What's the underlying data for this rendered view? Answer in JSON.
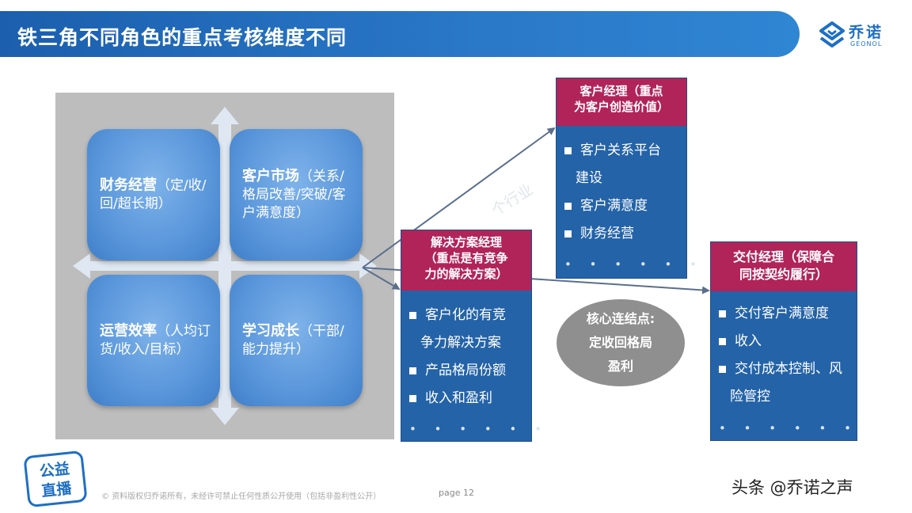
{
  "header": {
    "title": "铁三角不同角色的重点考核维度不同"
  },
  "logo": {
    "brand_cn": "乔诺",
    "brand_en": "GEONOL"
  },
  "quadrants": [
    {
      "bold": "财务经营",
      "rest": "（定/收/回/超长期）"
    },
    {
      "bold": "客户市场",
      "rest": "（关系/格局改善/突破/客户满意度）"
    },
    {
      "bold": "运营效率",
      "rest": "（人均订货/收入/目标）"
    },
    {
      "bold": "学习成长",
      "rest": "（干部/能力提升）"
    }
  ],
  "cards": {
    "account_manager": {
      "title_line1": "客户经理（重点",
      "title_line2": "为客户创造价值）",
      "items": [
        "客户关系平台",
        "客户满意度",
        "财务经营"
      ],
      "item1_cont": "建设",
      "dots": "• • • • • •"
    },
    "solution_manager": {
      "title_line1": "解决方案经理",
      "title_line2": "（重点是有竞争",
      "title_line3": "力的解决方案）",
      "items": [
        "客户化的有竞",
        "产品格局份额",
        "收入和盈利"
      ],
      "item1_cont": "争力解决方案",
      "dots": "• • • • • •"
    },
    "delivery_manager": {
      "title_line1": "交付经理（保障合",
      "title_line2": "同按契约履行）",
      "items": [
        "交付客户满意度",
        "收入",
        "交付成本控制、风"
      ],
      "item3_cont": "险管控",
      "dots": "• • • • • •"
    }
  },
  "core": {
    "line1": "核心连结点:",
    "line2": "定收回格局",
    "line3": "盈利"
  },
  "footer": {
    "note": "© 资料版权归乔诺所有，未经许可禁止任何性质公开使用（包括非盈利性公开）",
    "page": "page 12",
    "source": "头条 @乔诺之声",
    "badge": "公益直播"
  },
  "watermark": "个行业"
}
